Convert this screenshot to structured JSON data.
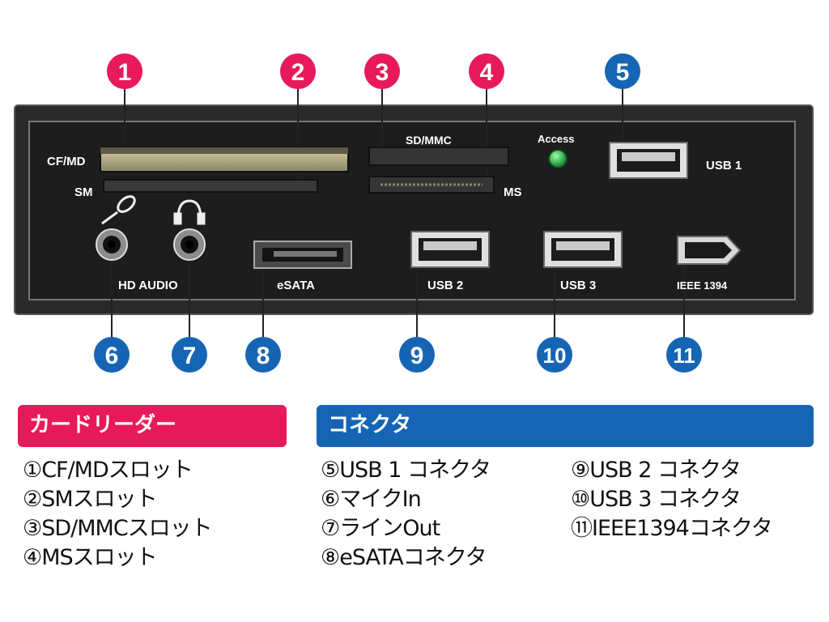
{
  "panel": {
    "labels": {
      "cf_md": "CF/MD",
      "sm": "SM",
      "sd_mmc": "SD/MMC",
      "ms": "MS",
      "access": "Access",
      "usb1": "USB 1",
      "hd_audio": "HD AUDIO",
      "esata": "eSATA",
      "usb2": "USB 2",
      "usb3": "USB 3",
      "ieee1394": "IEEE 1394"
    },
    "callouts": [
      "1",
      "2",
      "3",
      "4",
      "5",
      "6",
      "7",
      "8",
      "9",
      "10",
      "11"
    ]
  },
  "colors": {
    "card_reader": "#e8195a",
    "connector": "#1565b4",
    "access_led": "#22c04a",
    "panel": "#232323"
  },
  "legend": {
    "card_reader": {
      "title": "カードリーダー",
      "items": [
        "①CF/MDスロット",
        "②SMスロット",
        "③SD/MMCスロット",
        "④MSスロット"
      ]
    },
    "connector": {
      "title": "コネクタ",
      "column1": [
        "⑤USB 1 コネクタ",
        "⑥マイクIn",
        "⑦ラインOut",
        "⑧eSATAコネクタ"
      ],
      "column2": [
        "⑨USB 2 コネクタ",
        "⑩USB 3 コネクタ",
        "⑪IEEE1394コネクタ"
      ]
    }
  }
}
